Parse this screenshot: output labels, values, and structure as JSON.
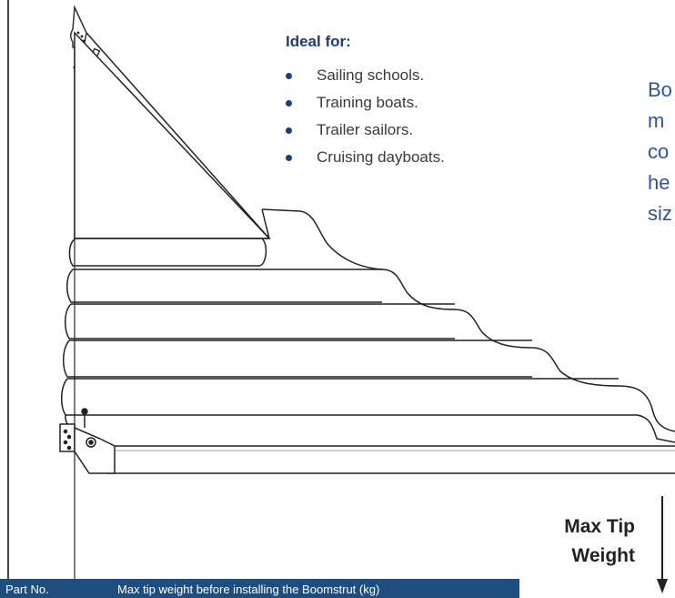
{
  "ideal_for": {
    "title": "Ideal for:",
    "items": [
      "Sailing schools.",
      "Training boats.",
      "Trailer sailors.",
      "Cruising dayboats."
    ]
  },
  "side_text": {
    "lines": [
      "Bo",
      "m",
      "co",
      "he",
      "siz"
    ]
  },
  "weight_label": {
    "line1": "Max Tip",
    "line2": "Weight"
  },
  "table": {
    "col1": "Part No.",
    "col2": "Max tip weight before installing the Boomstrut (kg)"
  },
  "colors": {
    "navy": "#1d3d74",
    "link_blue": "#2f5496",
    "table_header": "#1f4d7e"
  }
}
